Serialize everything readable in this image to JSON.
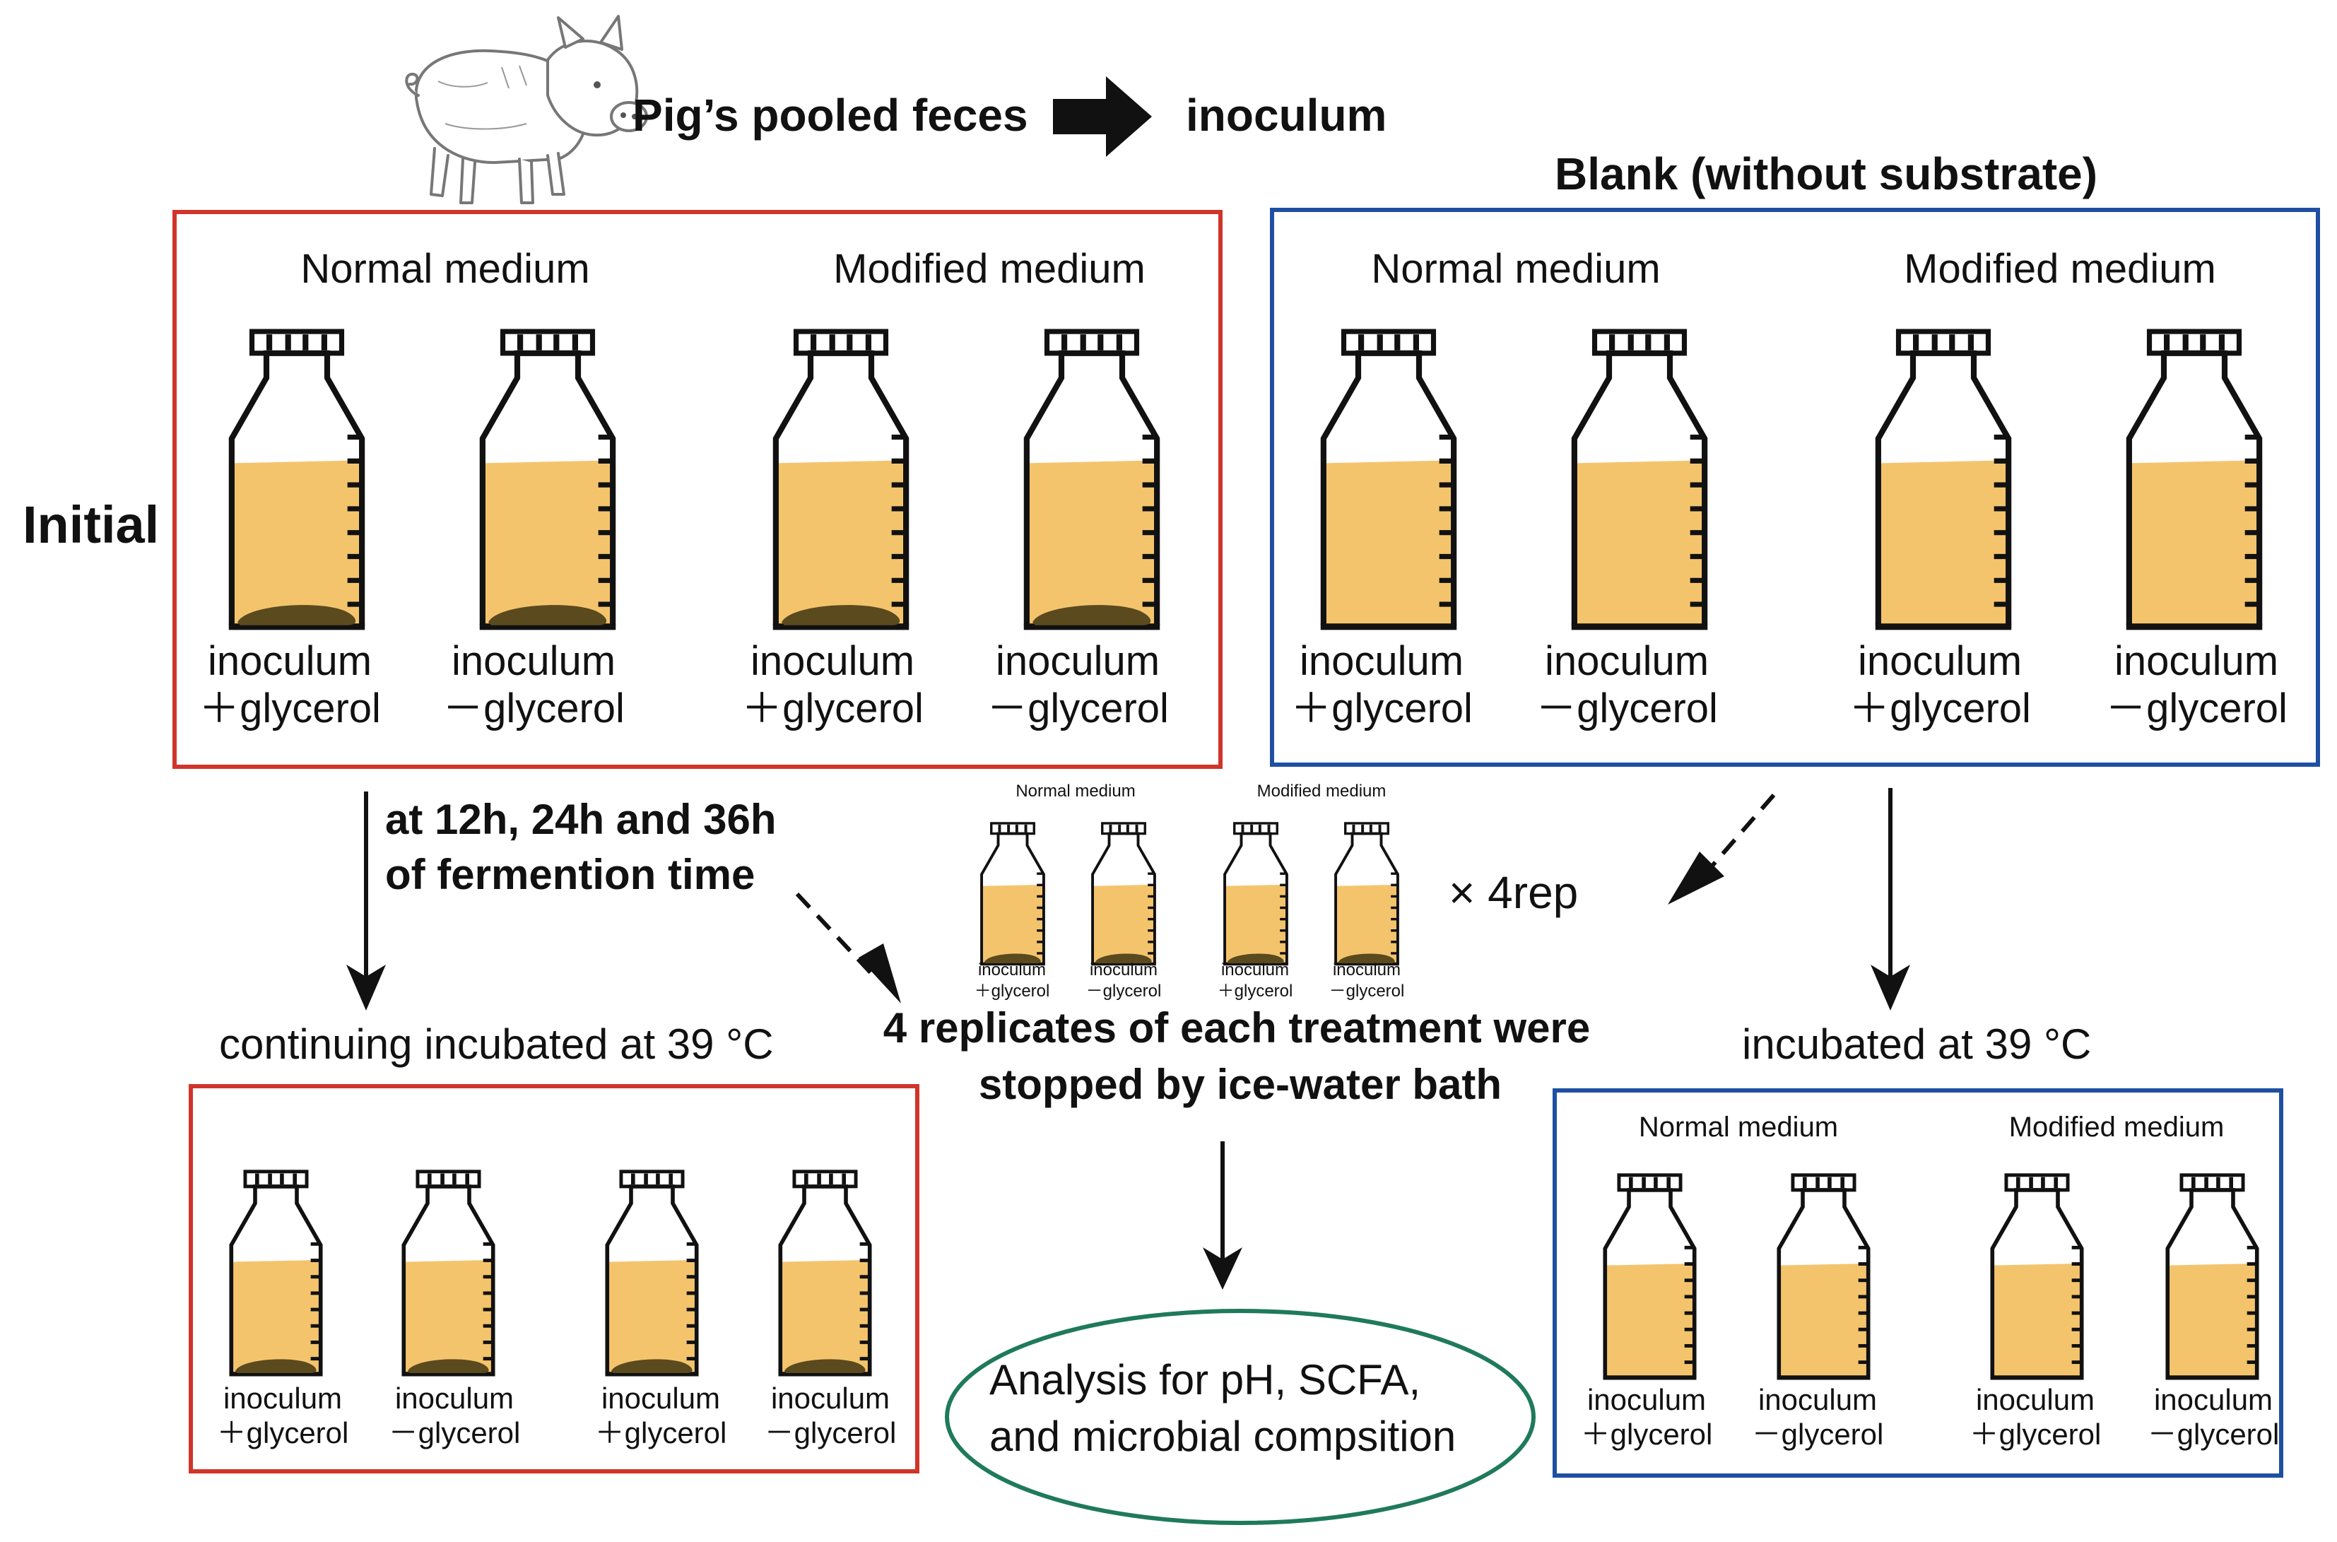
{
  "colors": {
    "red_box": "#d0352b",
    "blue_box": "#1f4fa3",
    "green_ellipse": "#1f7a5a",
    "liquid": "#f4c46d",
    "sediment": "#5a4a1e",
    "outline": "#111111"
  },
  "icons": [
    "pig-icon",
    "right-arrow-icon",
    "bottle-icon",
    "down-arrow-icon",
    "dashed-arrow-icon"
  ],
  "header": {
    "source": "Pig’s pooled feces",
    "target": "inoculum"
  },
  "blank_title": "Blank (without substrate)",
  "initial_label": "Initial",
  "media": {
    "normal": "Normal medium",
    "modified": "Modified medium"
  },
  "labels": {
    "inoculum": "inoculum",
    "plus_glycerol": "＋glycerol",
    "minus_glycerol": "－glycerol"
  },
  "timing": {
    "line1": "at 12h, 24h and 36h",
    "line2": "of fermention time"
  },
  "reps": "× 4rep",
  "continuing": "continuing incubated at 39 °C",
  "incubated": "incubated at 39 °C",
  "stopped": {
    "line1": "4 replicates of each treatment were",
    "line2": "stopped by ice-water bath"
  },
  "analysis": {
    "line1": "Analysis for pH, SCFA,",
    "line2": "and microbial compsition"
  }
}
